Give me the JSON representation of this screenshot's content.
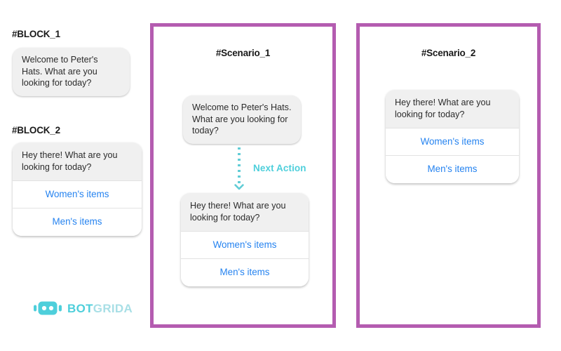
{
  "blocks": [
    {
      "heading": "#BLOCK_1",
      "message": "Welcome to Peter's Hats. What are you looking for today?"
    },
    {
      "heading": "#BLOCK_2",
      "message": "Hey there! What are you looking for today?",
      "options": [
        "Women's items",
        "Men's items"
      ]
    }
  ],
  "logo": {
    "icon": "robot-icon",
    "name_primary": "BOT",
    "name_secondary": "GRIDA",
    "color_primary": "#4ecfdb",
    "color_secondary": "#a8dfe6"
  },
  "scenarios": [
    {
      "title": "#Scenario_1",
      "bubble_message": "Welcome to Peter's Hats. What are you looking for today?",
      "connector": {
        "label": "Next Action",
        "icon": "chevron-down-icon",
        "color": "#4ecfdb"
      },
      "card_message": "Hey there! What are you looking for today?",
      "card_options": [
        "Women's items",
        "Men's items"
      ]
    },
    {
      "title": "#Scenario_2",
      "card_message": "Hey there! What are you looking for today?",
      "card_options": [
        "Women's items",
        "Men's items"
      ]
    }
  ],
  "colors": {
    "panel_border": "#b45cb0",
    "link_blue": "#2583f0",
    "bubble_gray": "#f0f0f0",
    "accent_cyan": "#4ecfdb"
  }
}
